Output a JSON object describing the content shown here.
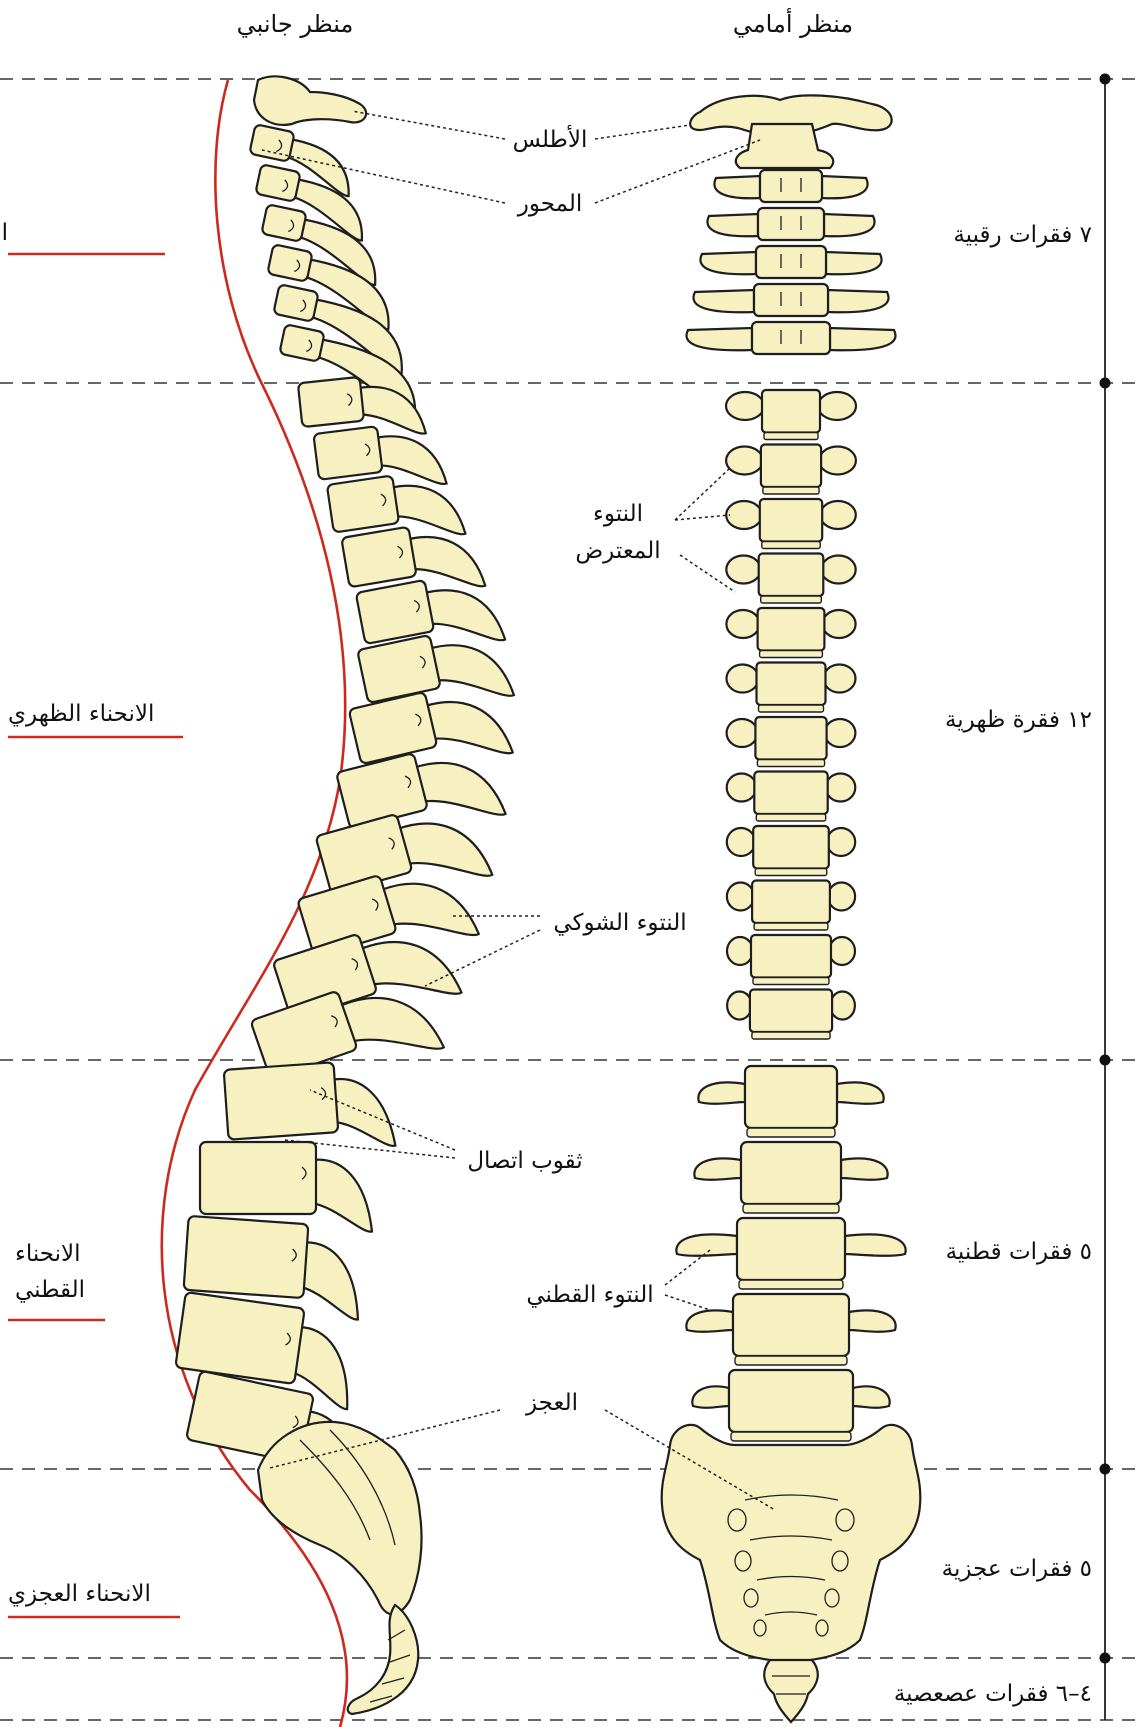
{
  "views": {
    "lateral": "منظر جانبي",
    "anterior": "منظر أمامي"
  },
  "curvatures": [
    {
      "id": "cervical",
      "lines": [
        "الانحناء الرقبي"
      ]
    },
    {
      "id": "thoracic",
      "lines": [
        "الانحناء الظهري"
      ]
    },
    {
      "id": "lumbar",
      "lines": [
        "الانحناء",
        "القطني"
      ]
    },
    {
      "id": "sacral",
      "lines": [
        "الانحناء العجزي"
      ]
    }
  ],
  "regions": [
    {
      "id": "cervical",
      "label": "٧ فقرات رقبية"
    },
    {
      "id": "thoracic",
      "label": "١٢ فقرة ظهرية"
    },
    {
      "id": "lumbar",
      "label": "٥ فقرات قطنية"
    },
    {
      "id": "sacral",
      "label": "٥ فقرات عجزية"
    },
    {
      "id": "coccygeal",
      "label": "٤–٦ فقرات عصعصية"
    }
  ],
  "structures": [
    {
      "id": "atlas",
      "lines": [
        "الأطلس"
      ]
    },
    {
      "id": "axis",
      "lines": [
        "المحور"
      ]
    },
    {
      "id": "transverse-process",
      "lines": [
        "النتوء",
        "المعترض"
      ]
    },
    {
      "id": "spinous-process",
      "lines": [
        "النتوء الشوكي"
      ]
    },
    {
      "id": "intervertebral-foramina",
      "lines": [
        "ثقوب اتصال"
      ]
    },
    {
      "id": "costal-process",
      "lines": [
        "النتوء القطني"
      ]
    },
    {
      "id": "sacrum",
      "lines": [
        "العجز"
      ]
    }
  ],
  "colors": {
    "bone": "#f7f1c2",
    "outline": "#1e1e1e",
    "curve": "#cc2a1e"
  }
}
